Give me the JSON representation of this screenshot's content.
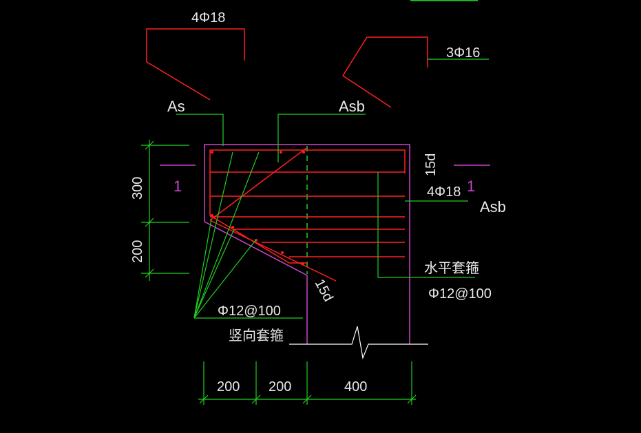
{
  "labels": {
    "top_left_rebar": "4Φ18",
    "top_right_rebar": "3Φ16",
    "as": "As",
    "asb_top": "Asb",
    "asb_right": "Asb",
    "section_mark_left": "1",
    "section_mark_right": "1",
    "dim_300": "300",
    "dim_200_vert": "200",
    "dim_15d_right": "15d",
    "dim_15d_slant": "15d",
    "right_rebar": "4Φ18",
    "horizontal_stirrup_name": "水平套箍",
    "horizontal_stirrup_spec": "Φ12@100",
    "vertical_stirrup_spec": "Φ12@100",
    "vertical_stirrup_name": "竖向套箍",
    "dim_bottom_1": "200",
    "dim_bottom_2": "200",
    "dim_bottom_3": "400"
  },
  "colors": {
    "background": "#000000",
    "rebar": "#ff2020",
    "leader": "#20d020",
    "outline": "#cc44cc",
    "text": "#e8e8e8"
  }
}
